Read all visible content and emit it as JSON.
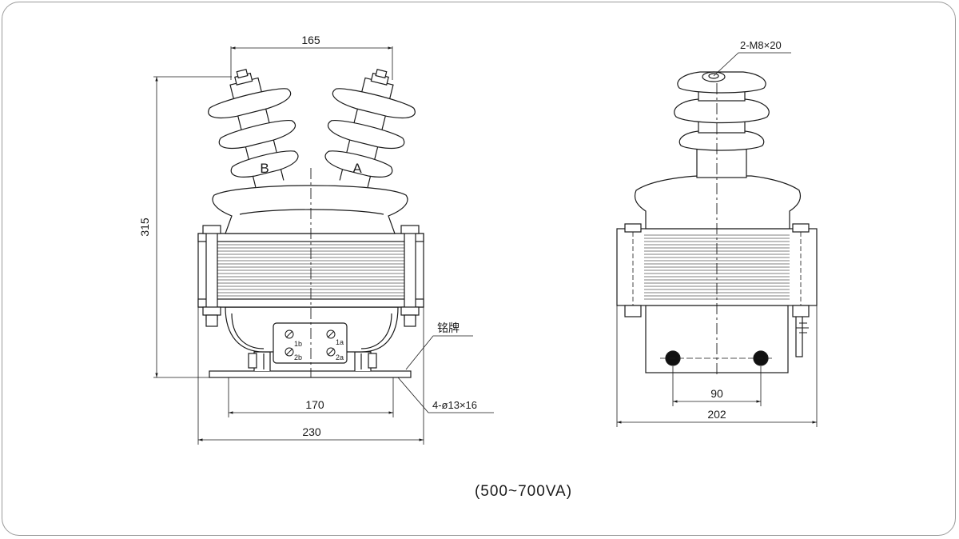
{
  "front_view": {
    "dim_top": "165",
    "dim_height": "315",
    "dim_mount": "170",
    "dim_width": "230",
    "bushing_left_label": "B",
    "bushing_right_label": "A",
    "terminals": [
      "1b",
      "1a",
      "2b",
      "2a"
    ],
    "nameplate_label": "铭牌",
    "hole_spec": "4-ø13×16"
  },
  "side_view": {
    "terminal_spec": "2-M8×20",
    "dim_holes": "90",
    "dim_width": "202"
  },
  "caption": "(500~700VA)",
  "colors": {
    "line": "#1a1a1a",
    "fill": "#ffffff",
    "lamination": "#555555"
  }
}
